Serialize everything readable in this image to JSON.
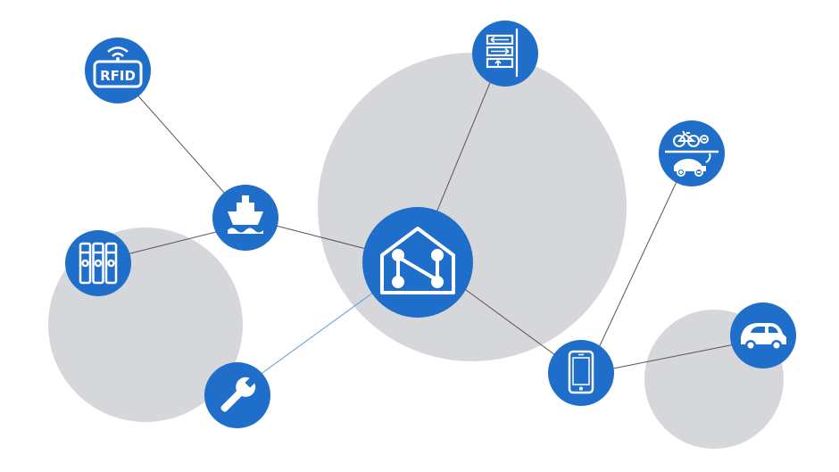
{
  "diagram": {
    "colors": {
      "node": "#1f6ec9",
      "icon": "#ffffff",
      "bubble": "#d6d7db",
      "edge": "#555555",
      "edge_highlight": "#5b9bd5",
      "background": "#ffffff"
    },
    "nodes": [
      {
        "id": "hub",
        "icon": "smart-home-hub-icon"
      },
      {
        "id": "rfid",
        "icon": "rfid-tag-icon",
        "label": "RFID"
      },
      {
        "id": "ship",
        "icon": "ship-icon"
      },
      {
        "id": "batteries",
        "icon": "battery-storage-icon"
      },
      {
        "id": "wrench",
        "icon": "wrench-icon"
      },
      {
        "id": "signpost",
        "icon": "signpost-icon"
      },
      {
        "id": "ebike-ecar",
        "icon": "ebike-ecar-icon"
      },
      {
        "id": "smartphone",
        "icon": "smartphone-icon"
      },
      {
        "id": "car",
        "icon": "car-icon"
      }
    ],
    "edges": [
      {
        "from": "rfid",
        "to": "ship"
      },
      {
        "from": "ship",
        "to": "hub"
      },
      {
        "from": "batteries",
        "to": "ship"
      },
      {
        "from": "hub",
        "to": "wrench",
        "highlight": true
      },
      {
        "from": "hub",
        "to": "signpost"
      },
      {
        "from": "hub",
        "to": "smartphone"
      },
      {
        "from": "smartphone",
        "to": "ebike-ecar"
      },
      {
        "from": "smartphone",
        "to": "car"
      }
    ]
  }
}
